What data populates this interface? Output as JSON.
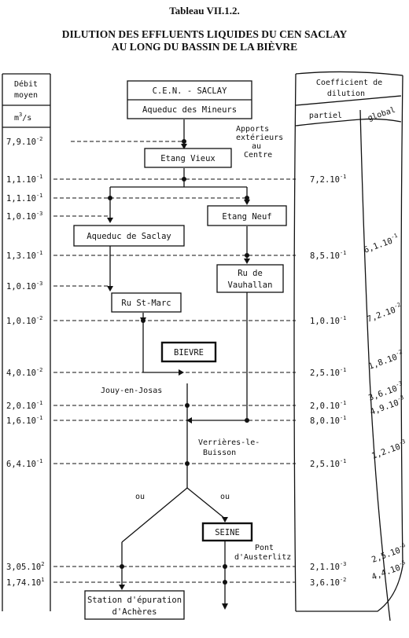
{
  "header": {
    "table_number": "Tableau VII.1.2.",
    "title_line1": "DILUTION DES EFFLUENTS LIQUIDES DU CEN SACLAY",
    "title_line2": "AU LONG DU BASSIN DE LA BIÈVRE"
  },
  "left_column": {
    "header_line1": "Débit",
    "header_line2": "moyen",
    "unit_base": "m",
    "unit_exp": "3",
    "unit_tail": "/s",
    "values": [
      {
        "m": "7,9.10",
        "e": "-2"
      },
      {
        "m": "1,1.10",
        "e": "-1"
      },
      {
        "m": "1,1.10",
        "e": "-1"
      },
      {
        "m": "1,0.10",
        "e": "-3"
      },
      {
        "m": "1,3.10",
        "e": "-1"
      },
      {
        "m": "1,0.10",
        "e": "-3"
      },
      {
        "m": "1,0.10",
        "e": "-2"
      },
      {
        "m": "4,0.10",
        "e": "-2"
      },
      {
        "m": "2,0.10",
        "e": "-1"
      },
      {
        "m": "1,6.10",
        "e": "-1"
      },
      {
        "m": "6,4.10",
        "e": "-1"
      },
      {
        "m": "3,05.10",
        "e": "2"
      },
      {
        "m": "1,74.10",
        "e": "1"
      }
    ]
  },
  "right_column": {
    "header_line1": "Coefficient de",
    "header_line2": "dilution",
    "sub_partiel": "partiel",
    "sub_global": "global",
    "partiel": [
      {
        "m": "7,2.10",
        "e": "-1"
      },
      {
        "m": "8,5.10",
        "e": "-1"
      },
      {
        "m": "1,0.10",
        "e": "-1"
      },
      {
        "m": "2,5.10",
        "e": "-1"
      },
      {
        "m": "2,0.10",
        "e": "-1"
      },
      {
        "m": "8,0.10",
        "e": "-1"
      },
      {
        "m": "2,5.10",
        "e": "-1"
      },
      {
        "m": "2,1.10",
        "e": "-3"
      },
      {
        "m": "3,6.10",
        "e": "-2"
      }
    ],
    "global": [
      {
        "m": "6,1.10",
        "e": "-1"
      },
      {
        "m": "7,2.10",
        "e": "-2"
      },
      {
        "m": "1,8.10",
        "e": "-2"
      },
      {
        "m": "3,6.10",
        "e": "-3"
      },
      {
        "m": "4,9.10",
        "e": "-3"
      },
      {
        "m": "1,2.10",
        "e": "-3"
      },
      {
        "m": "2,5.10",
        "e": "-6"
      },
      {
        "m": "4,4.10",
        "e": "-5"
      }
    ]
  },
  "boxes": {
    "cen_saclay": "C.E.N. - SACLAY",
    "aqueduc_mineurs": "Aqueduc des Mineurs",
    "etang_vieux": "Etang Vieux",
    "etang_neuf": "Etang Neuf",
    "aqueduc_saclay": "Aqueduc de Saclay",
    "ru_vauhallan_1": "Ru de",
    "ru_vauhallan_2": "Vauhallan",
    "ru_st_marc": "Ru St-Marc",
    "bievre": "BIEVRE",
    "seine": "SEINE",
    "station_1": "Station d'épuration",
    "station_2": "d'Achères"
  },
  "labels": {
    "apports_1": "Apports",
    "apports_2": "extérieurs",
    "apports_3": "au",
    "apports_4": "Centre",
    "jouy": "Jouy-en-Josas",
    "verrieres_1": "Verrières-le-",
    "verrieres_2": "Buisson",
    "ou_left": "ou",
    "ou_right": "ou",
    "pont_1": "Pont",
    "pont_2": "d'Austerlitz"
  }
}
